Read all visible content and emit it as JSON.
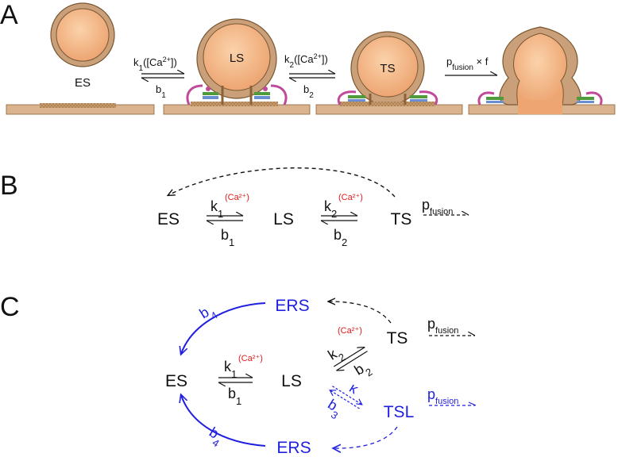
{
  "panels": {
    "a": "A",
    "b": "B",
    "c": "C"
  },
  "panel_a": {
    "vesicles": [
      "ES",
      "LS",
      "TS"
    ],
    "k1": "k",
    "k1_sub": "1",
    "k1_arg": "([Ca",
    "k1_sup": "2+",
    "k1_close": "])",
    "b1": "b",
    "b1_sub": "1",
    "k2": "k",
    "k2_sub": "2",
    "k2_arg": "([Ca",
    "k2_sup": "2+",
    "k2_close": "])",
    "b2": "b",
    "b2_sub": "2",
    "pf": "p",
    "pf_sub": "fusion",
    "pf_times": " × f"
  },
  "panel_b": {
    "states": [
      "ES",
      "LS",
      "TS"
    ],
    "k": "k",
    "k1_sub": "1",
    "k2_sub": "2",
    "b": "b",
    "b1_sub": "1",
    "b2_sub": "2",
    "ca": "(Ca²⁺)",
    "p": "p",
    "p_sub": "fusion"
  },
  "panel_c": {
    "states": [
      "ES",
      "LS",
      "TS",
      "TSL",
      "ERS",
      "ERS"
    ],
    "k": "k",
    "k1_sub": "1",
    "k2_sub": "2",
    "b": "b",
    "b1_sub": "1",
    "b2_sub": "2",
    "b3_sub": "3",
    "b4_sub": "4",
    "kappa": "κ",
    "ca": "(Ca²⁺)",
    "p": "p",
    "p_sub": "fusion"
  },
  "colors": {
    "blue": "#1f1fe0",
    "red": "#e01b1b",
    "membrane": "#c9a07a",
    "vesicle": "#f2b98b",
    "snare_pink": "#c04a9a",
    "snare_green": "#4f9a3a",
    "snare_blue": "#6a8fd0"
  }
}
